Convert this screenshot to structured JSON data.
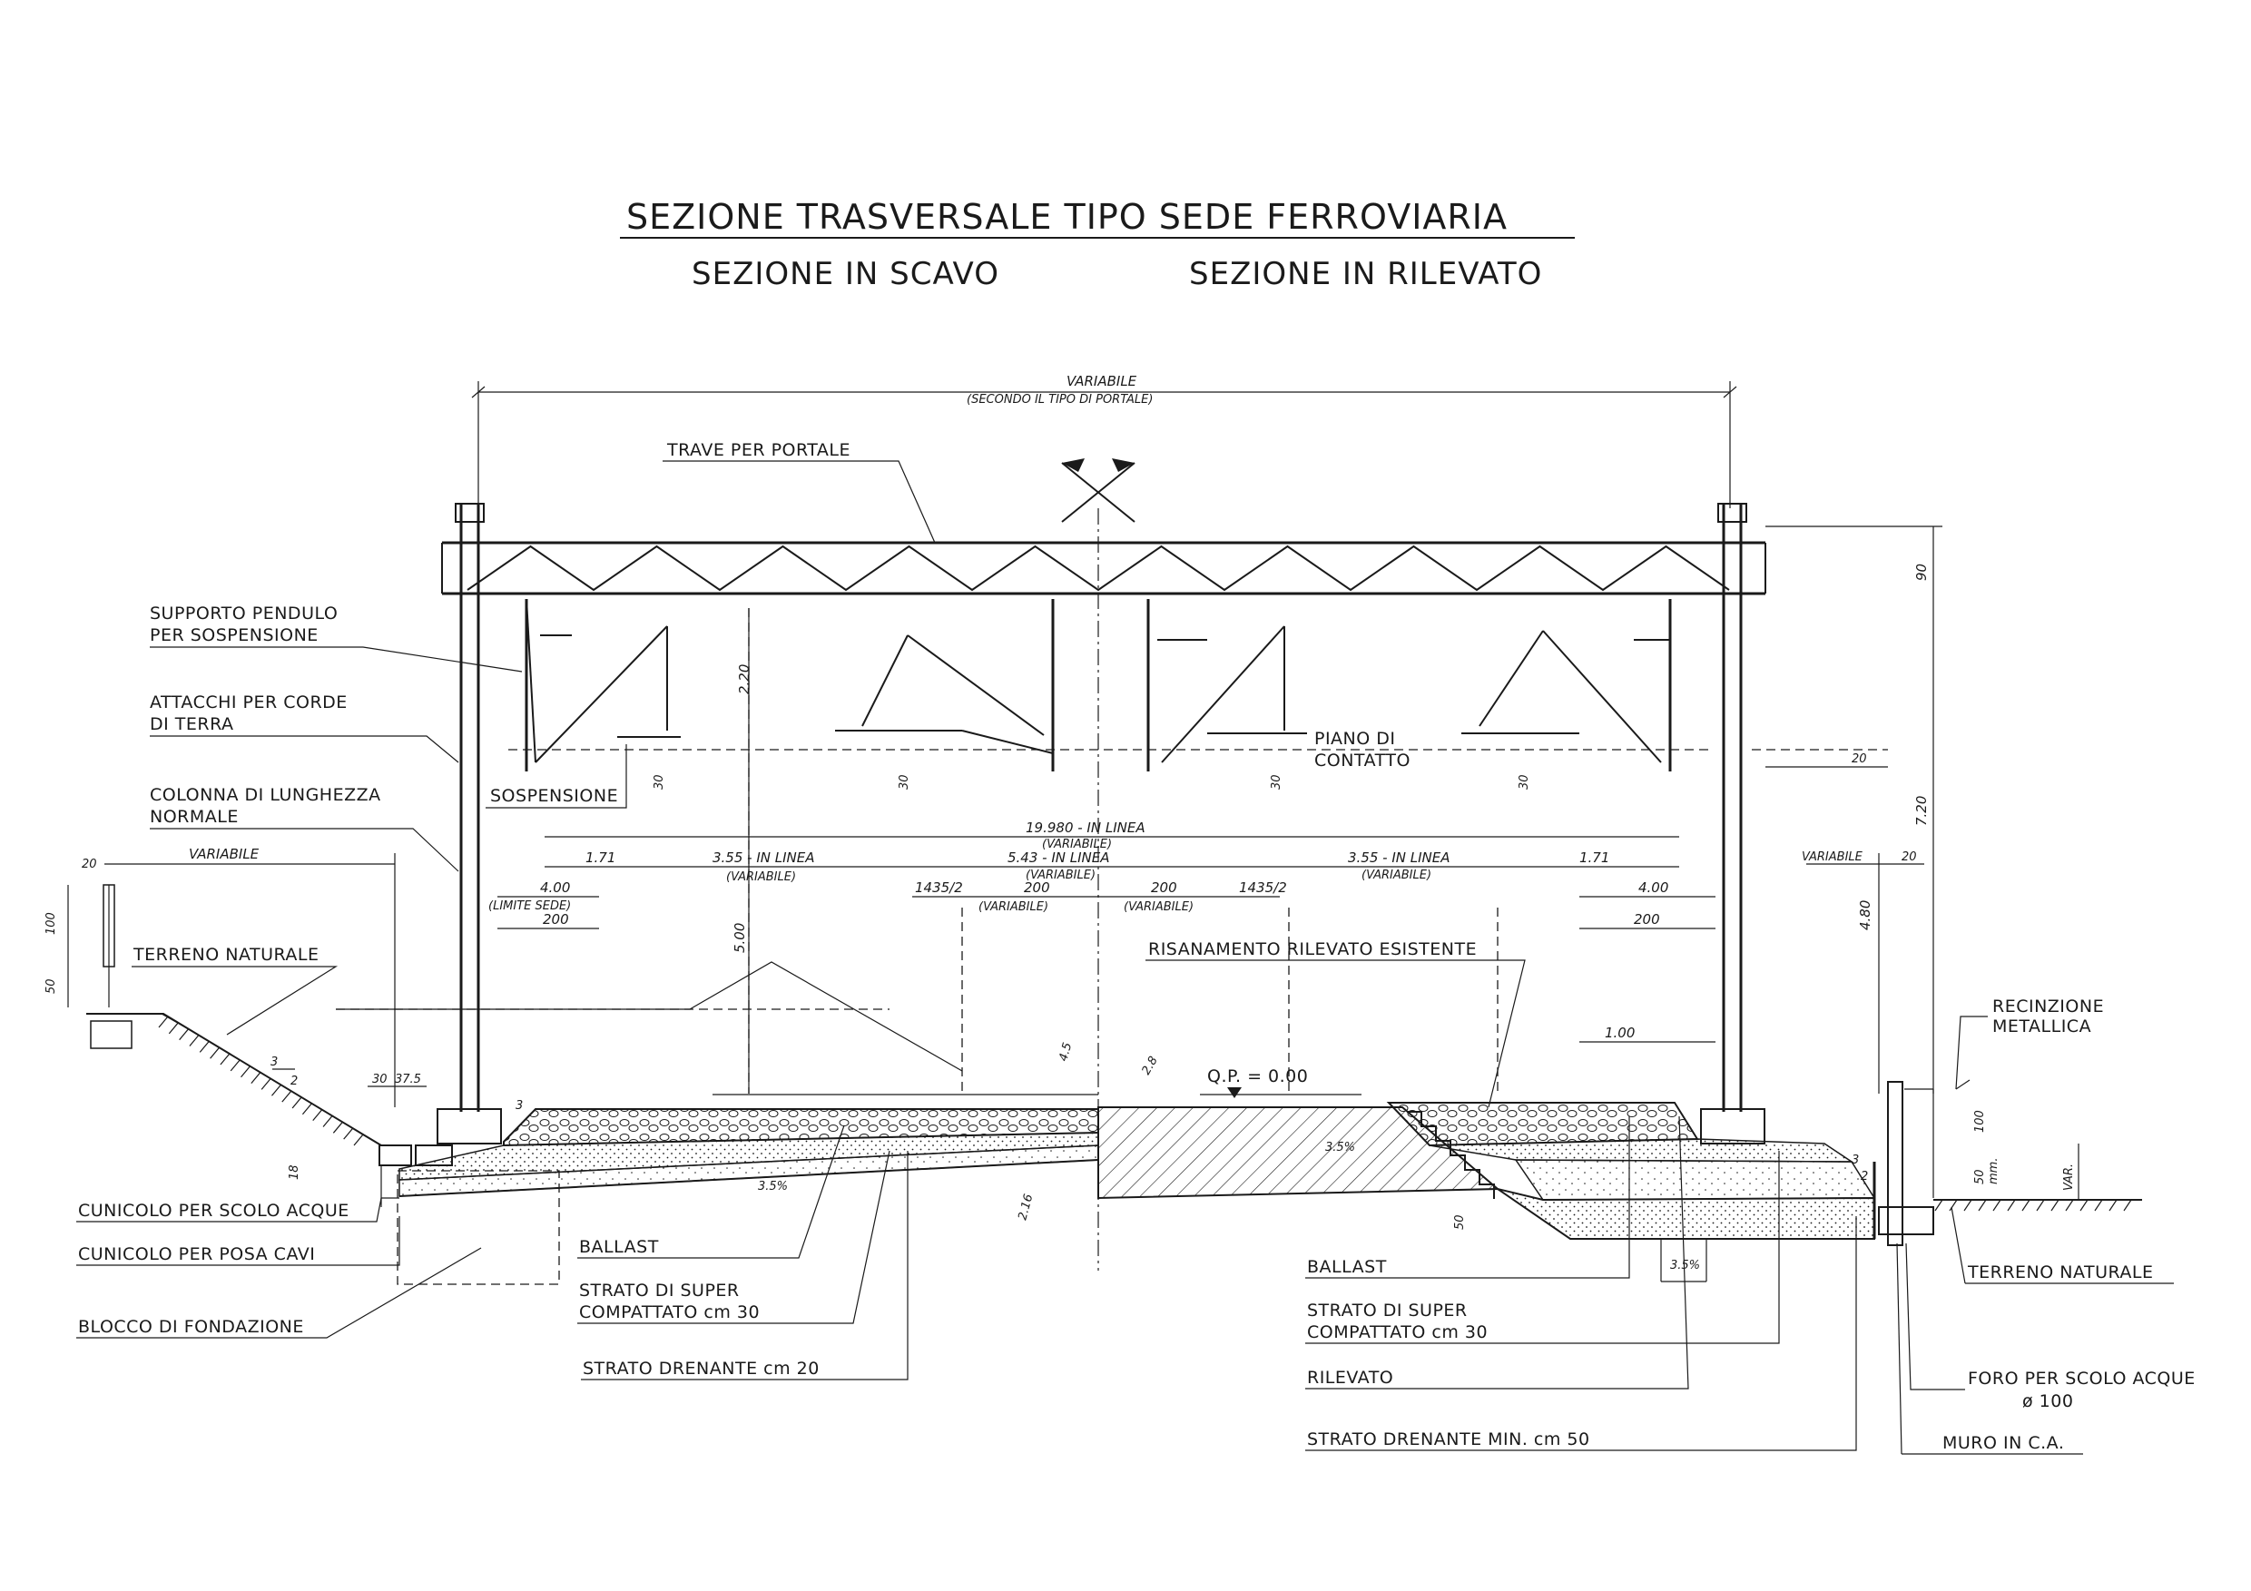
{
  "title": "SEZIONE TRASVERSALE TIPO SEDE FERROVIARIA",
  "subtitles": {
    "left": "SEZIONE IN SCAVO",
    "right": "SEZIONE IN RILEVATO"
  },
  "top_dimension": {
    "value": "VARIABILE",
    "note": "(SECONDO IL TIPO DI PORTALE)"
  },
  "labels": {
    "trave": "TRAVE PER PORTALE",
    "supporto_1": "SUPPORTO PENDULO",
    "supporto_2": "PER SOSPENSIONE",
    "attacchi_1": "ATTACCHI PER CORDE",
    "attacchi_2": "DI TERRA",
    "colonna_1": "COLONNA DI LUNGHEZZA",
    "colonna_2": "NORMALE",
    "sospensione": "SOSPENSIONE",
    "piano_1": "PIANO DI",
    "piano_2": "CONTATTO",
    "terreno_left": "TERRENO NATURALE",
    "risanamento": "RISANAMENTO RILEVATO ESISTENTE",
    "recinzione_1": "RECINZIONE",
    "recinzione_2": "METALLICA",
    "qp": "Q.P. = 0.00",
    "cunicolo_scolo": "CUNICOLO PER SCOLO ACQUE",
    "cunicolo_cavi": "CUNICOLO PER POSA CAVI",
    "blocco": "BLOCCO DI FONDAZIONE",
    "ballast_left": "BALLAST",
    "strato_super_left_1": "STRATO DI SUPER",
    "strato_super_left_2": "COMPATTATO cm 30",
    "strato_drenante_left": "STRATO DRENANTE cm 20",
    "ballast_right": "BALLAST",
    "strato_super_right_1": "STRATO DI SUPER",
    "strato_super_right_2": "COMPATTATO cm 30",
    "rilevato": "RILEVATO",
    "strato_drenante_right": "STRATO DRENANTE MIN. cm 50",
    "terreno_right": "TERRENO NATURALE",
    "foro_1": "FORO PER SCOLO ACQUE",
    "foro_2": "ø 100",
    "muro": "MURO IN C.A."
  },
  "dimensions": {
    "total": "19.980 - IN LINEA",
    "total_var": "(VARIABILE)",
    "d_171_left": "1.71",
    "d_171_right": "1.71",
    "d_355_left": "3.55 - IN LINEA",
    "d_355_left_var": "(VARIABILE)",
    "d_355_right": "3.55 - IN LINEA",
    "d_355_right_var": "(VARIABILE)",
    "d_543": "5.43 - IN LINEA",
    "d_543_var": "(VARIABILE)",
    "d_200_a": "200",
    "d_200_a_var": "(VARIABILE)",
    "d_200_b": "200",
    "d_200_b_var": "(VARIABILE)",
    "d_1435_left": "1435/2",
    "d_1435_right": "1435/2",
    "d_400_left": "4.00",
    "d_limite": "(LIMITE SEDE)",
    "d_200_left": "200",
    "d_400_right": "4.00",
    "d_200_right": "200",
    "d_100_right": "1.00",
    "d_variabile_left": "VARIABILE",
    "d_variabile_right": "VARIABILE",
    "d_20_left": "20",
    "d_20_right": "20",
    "d_20_right_top": "20",
    "d_100_post": "100",
    "d_50_post": "50",
    "d_mm": "mm.",
    "d_220": "2.20",
    "d_500": "5.00",
    "d_90": "90",
    "d_720": "7.20",
    "d_480": "4.80",
    "d_30_1": "30",
    "d_30_2": "30",
    "d_30_3": "30",
    "d_30_4": "30",
    "d_30_b": "30",
    "d_375": "37.5",
    "d_18": "18",
    "d_35_left": "3.5%",
    "d_35_right_a": "3.5%",
    "d_35_right_b": "3.5%",
    "d_45": "4.5",
    "d_28": "2.8",
    "d_216": "2.16",
    "d_50_r": "50",
    "d_100_r": "100",
    "d_50_r2": "50",
    "d_var": "VAR.",
    "d_3_a": "3",
    "d_3_b": "3",
    "d_3_c": "3",
    "d_2_a": "2",
    "d_2_b": "2"
  },
  "colors": {
    "ink": "#1a1a1a",
    "paper": "#ffffff"
  }
}
